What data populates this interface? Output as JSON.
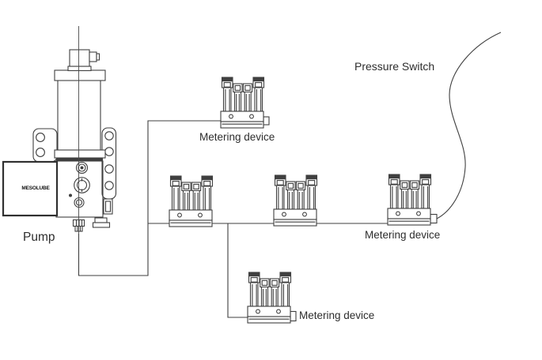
{
  "diagram": {
    "pump": {
      "label": "Pump",
      "brand": "MESOLUBE"
    },
    "pressure_switch": {
      "label": "Pressure Switch"
    },
    "metering_devices": [
      {
        "position": "top",
        "label": "Metering device"
      },
      {
        "position": "middle-left",
        "label": ""
      },
      {
        "position": "middle-center",
        "label": ""
      },
      {
        "position": "middle-right",
        "label": "Metering device"
      },
      {
        "position": "bottom",
        "label": "Metering device"
      }
    ],
    "colors": {
      "line": "#3f3f3f",
      "text": "#2d2d2d",
      "background": "#ffffff"
    }
  }
}
